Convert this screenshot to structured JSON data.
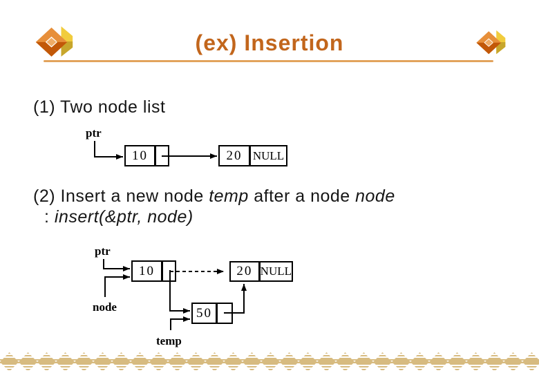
{
  "header": {
    "title": "(ex) Insertion"
  },
  "section1": {
    "heading": "(1) Two node list"
  },
  "section2": {
    "heading_prefix": "(2) Insert a new node ",
    "heading_italic1": "temp",
    "heading_middle": " after a node ",
    "heading_italic2": "node",
    "line2_colon": ": ",
    "line2_code": "insert(&ptr, node)"
  },
  "diagram1": {
    "ptr_label": "ptr",
    "node1_value": "10",
    "node2_value": "20",
    "node2_next": "NULL"
  },
  "diagram2": {
    "ptr_label": "ptr",
    "node_label": "node",
    "temp_label": "temp",
    "node1_value": "10",
    "node2_value": "20",
    "node2_next": "NULL",
    "node3_value": "50"
  },
  "icons": {
    "left": "cube-icon",
    "right": "cube-icon"
  },
  "colors": {
    "title_text": "#C2661C",
    "header_line": "#E2A35C",
    "cube_orange_light": "#E78F3A",
    "cube_orange_dark": "#C25808",
    "cube_hole": "#EFAC66",
    "cube_yellow_light": "#F1CC3D",
    "cube_yellow_dark": "#C7A62C",
    "border_diamond_stripe": "#D7BB80",
    "diagram_ink": "#000000"
  },
  "bottom_border": {
    "diamond_count": 29
  }
}
